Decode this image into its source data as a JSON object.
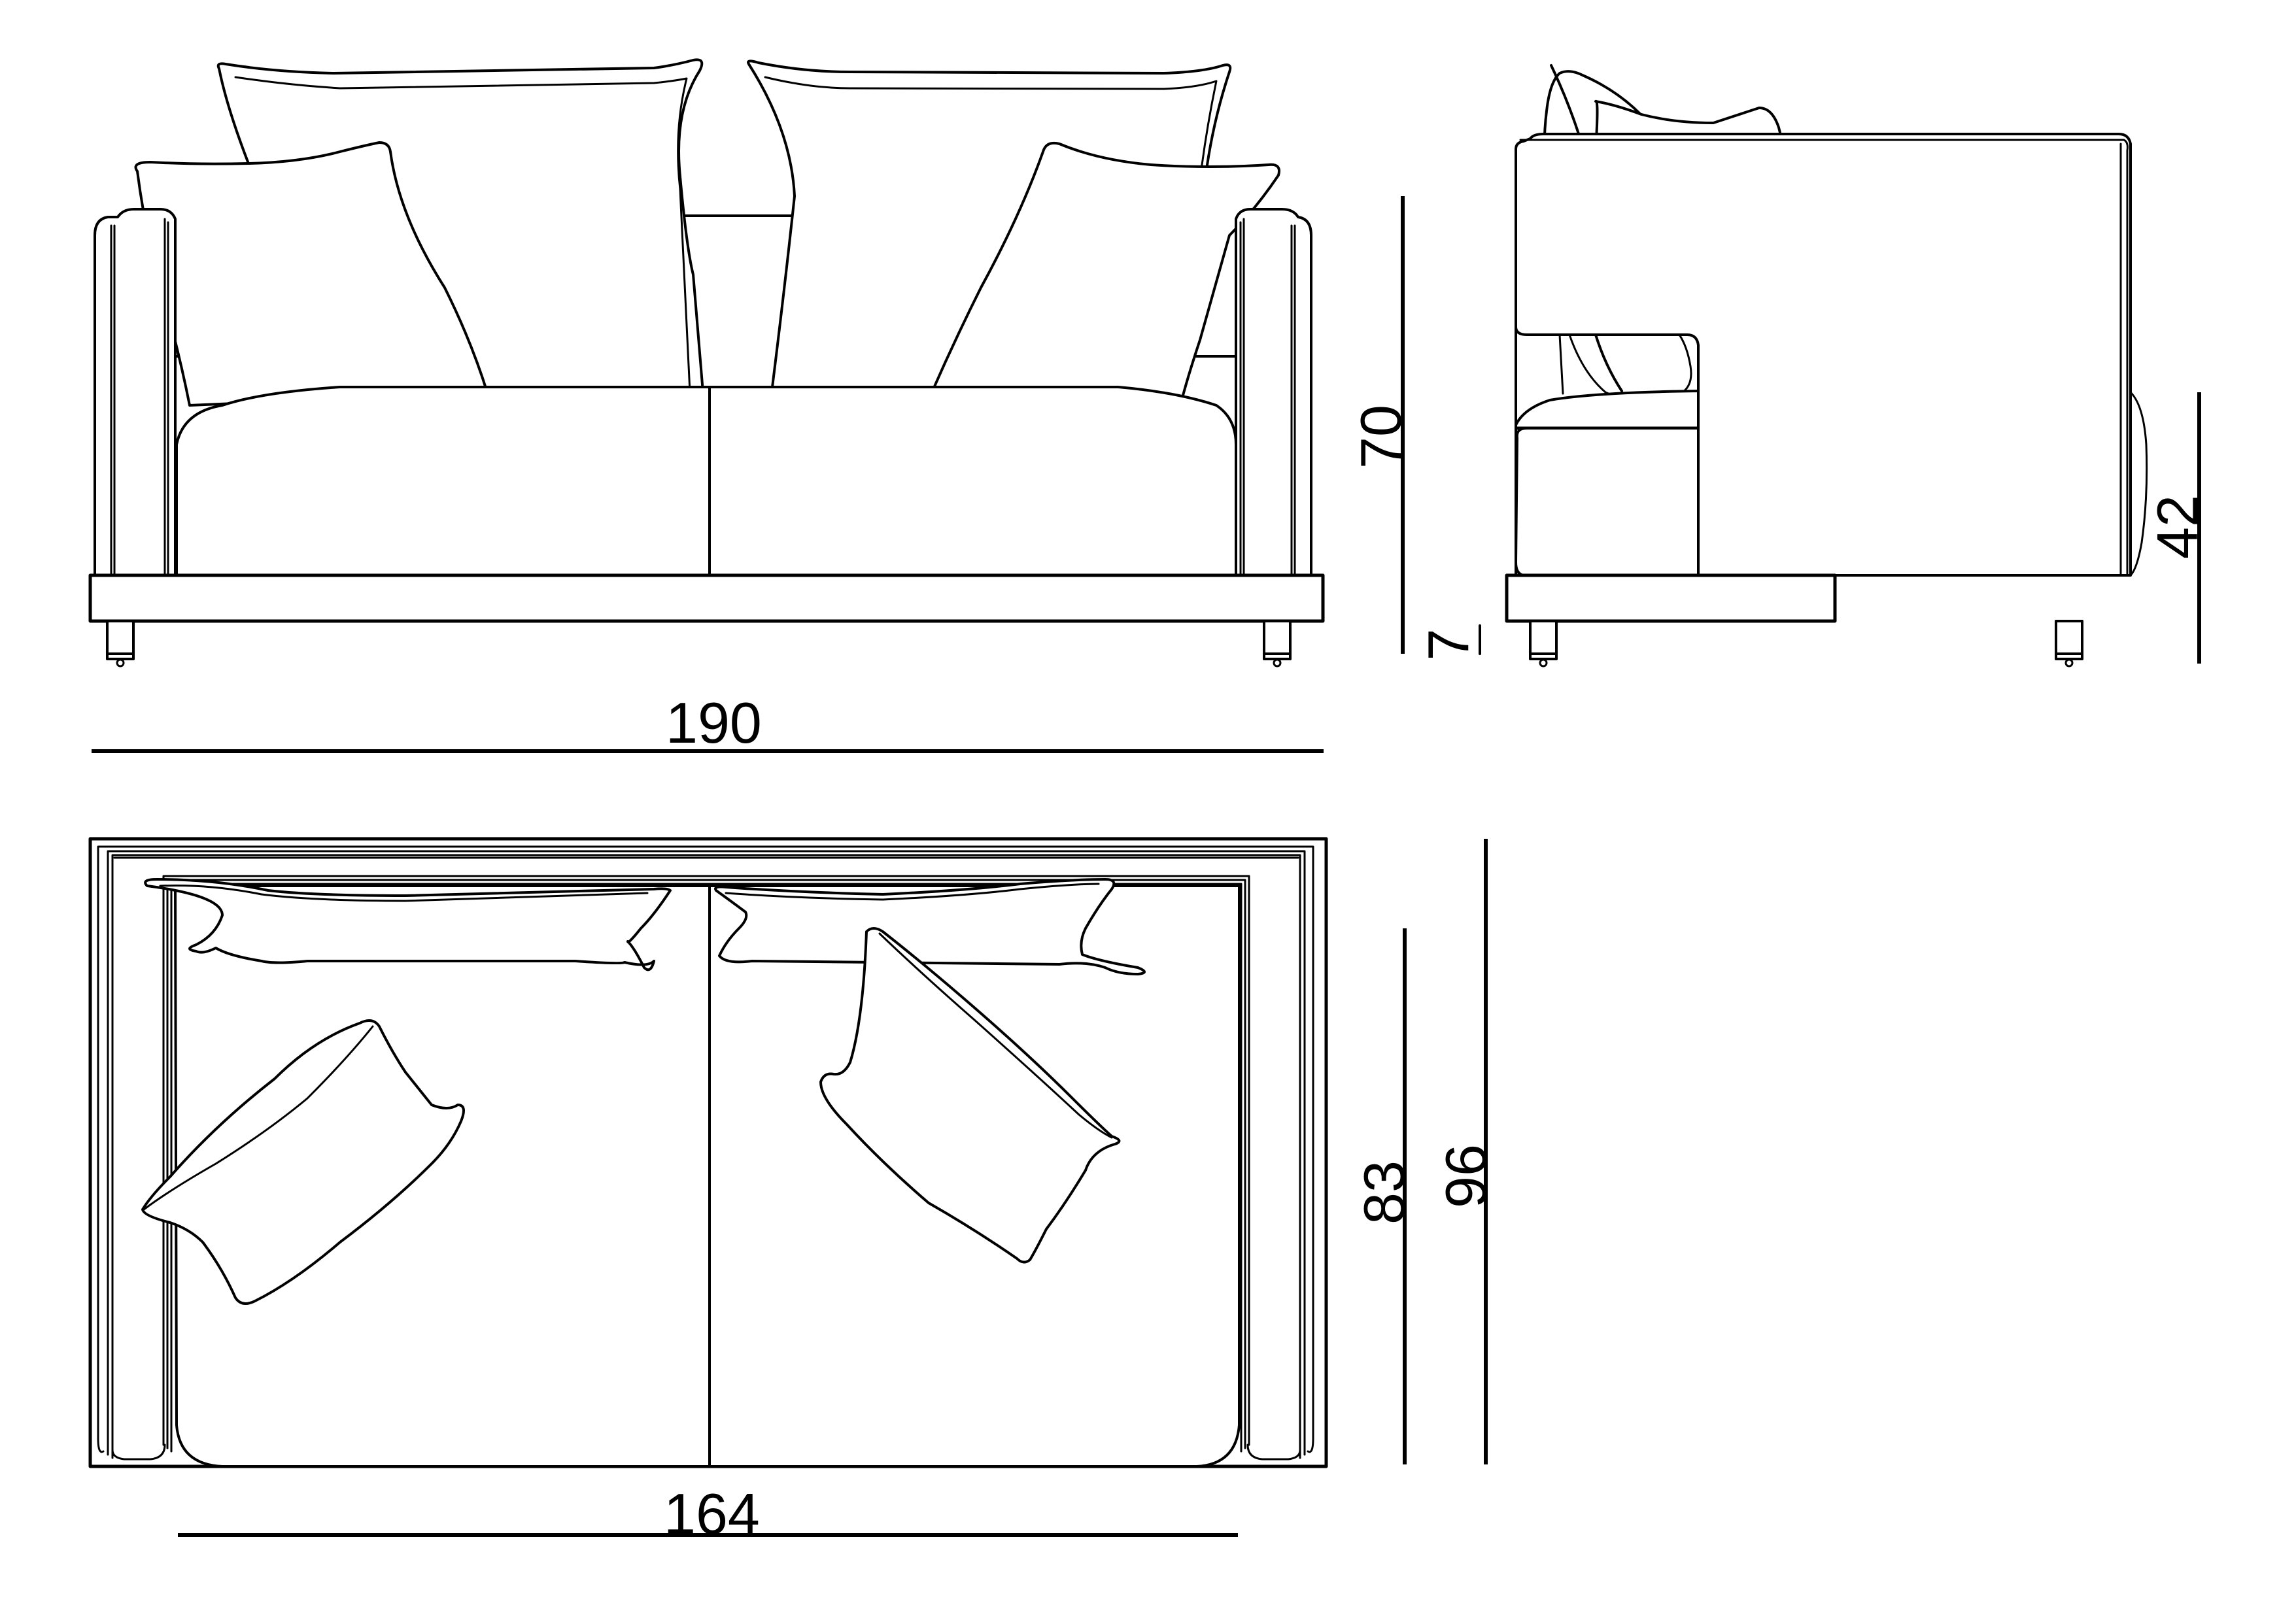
{
  "drawing": {
    "views": [
      {
        "id": "front",
        "label": "front-elevation"
      },
      {
        "id": "side",
        "label": "side-elevation"
      },
      {
        "id": "plan",
        "label": "plan-view"
      }
    ],
    "line_color": "#000000",
    "background": "#ffffff"
  },
  "dimensions": {
    "front_width": "190",
    "overall_height": "70",
    "leg_height": "7",
    "seat_height": "42",
    "seat_width": "164",
    "seat_depth": "83",
    "overall_depth": "96"
  }
}
